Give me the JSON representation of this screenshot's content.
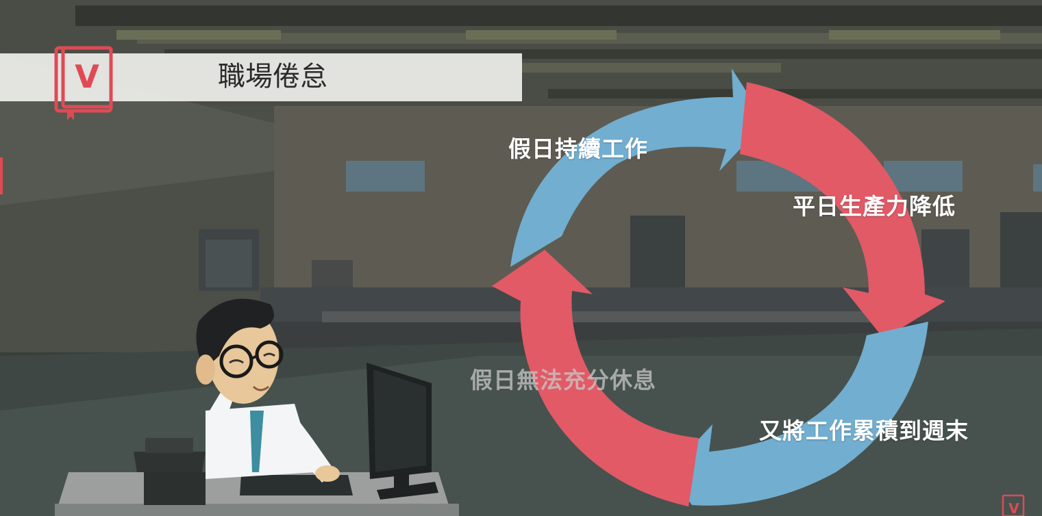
{
  "header": {
    "title": "職場倦怠",
    "logo_letter": "V"
  },
  "cycle": {
    "steps": [
      "假日持續工作",
      "平日生產力降低",
      "又將工作累積到週末",
      "假日無法充分休息"
    ],
    "colors": {
      "blue": "#72aed0",
      "red": "#e15a66"
    }
  },
  "watermark": {
    "letter": "V"
  }
}
